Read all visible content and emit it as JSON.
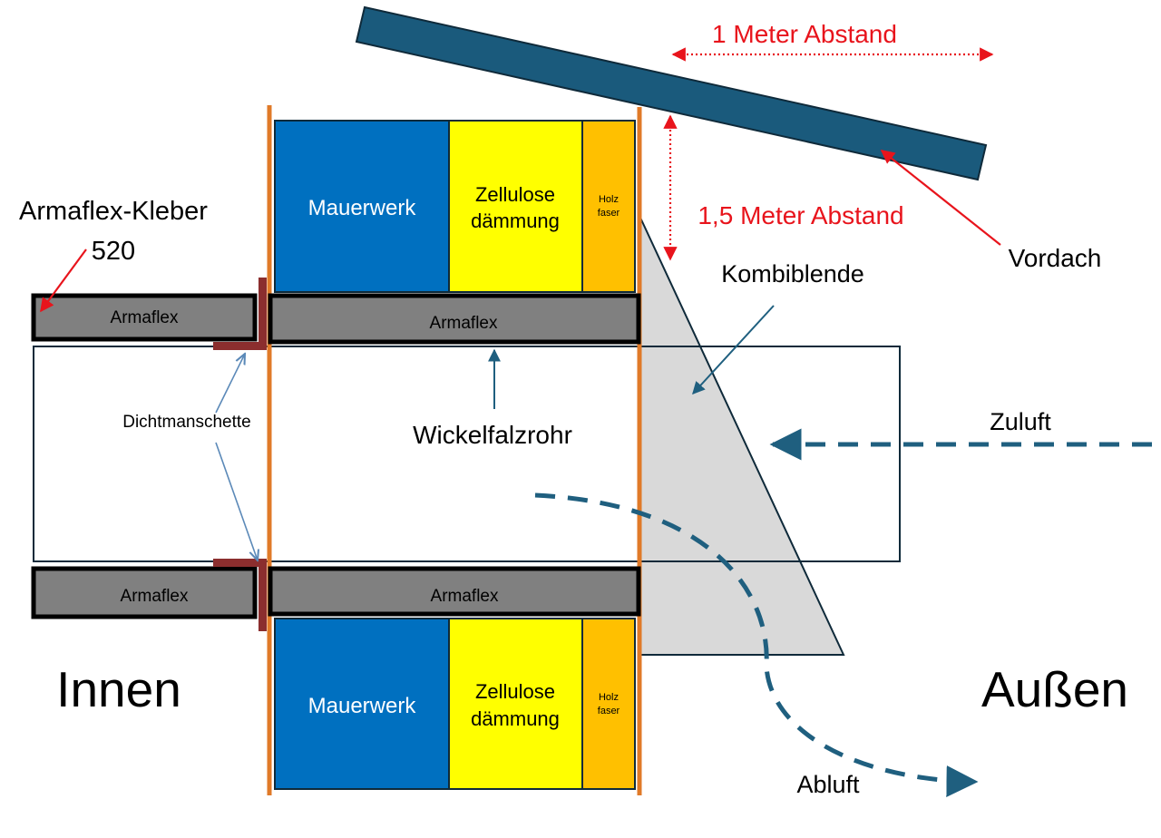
{
  "labels": {
    "adhesive": "Armaflex-Kleber",
    "adhesive_number": "520",
    "armaflex": "Armaflex",
    "masonry": "Mauerwerk",
    "cellulose_line1": "Zellulose",
    "cellulose_line2": "dämmung",
    "wood_line1": "Holz",
    "wood_line2": "faser",
    "seal_collar": "Dichtmanschette",
    "spiral_duct": "Wickelfalzrohr",
    "combi_cover": "Kombiblende",
    "canopy": "Vordach",
    "distance_1m": "1 Meter Abstand",
    "distance_15m": "1,5 Meter Abstand",
    "supply_air": "Zuluft",
    "exhaust_air": "Abluft",
    "inside": "Innen",
    "outside": "Außen"
  },
  "colors": {
    "masonry": "#0070c0",
    "cellulose": "#ffff00",
    "wood_fiber": "#ffc000",
    "armaflex": "#808080",
    "canopy": "#1a5a7c",
    "combi_cover": "#d9d9d9",
    "wall_edge": "#e07a28",
    "seal_collar": "#8b2e2e",
    "airflow": "#1f5f7f",
    "dimension": "#e8141c",
    "outline": "#0f2a3a"
  }
}
